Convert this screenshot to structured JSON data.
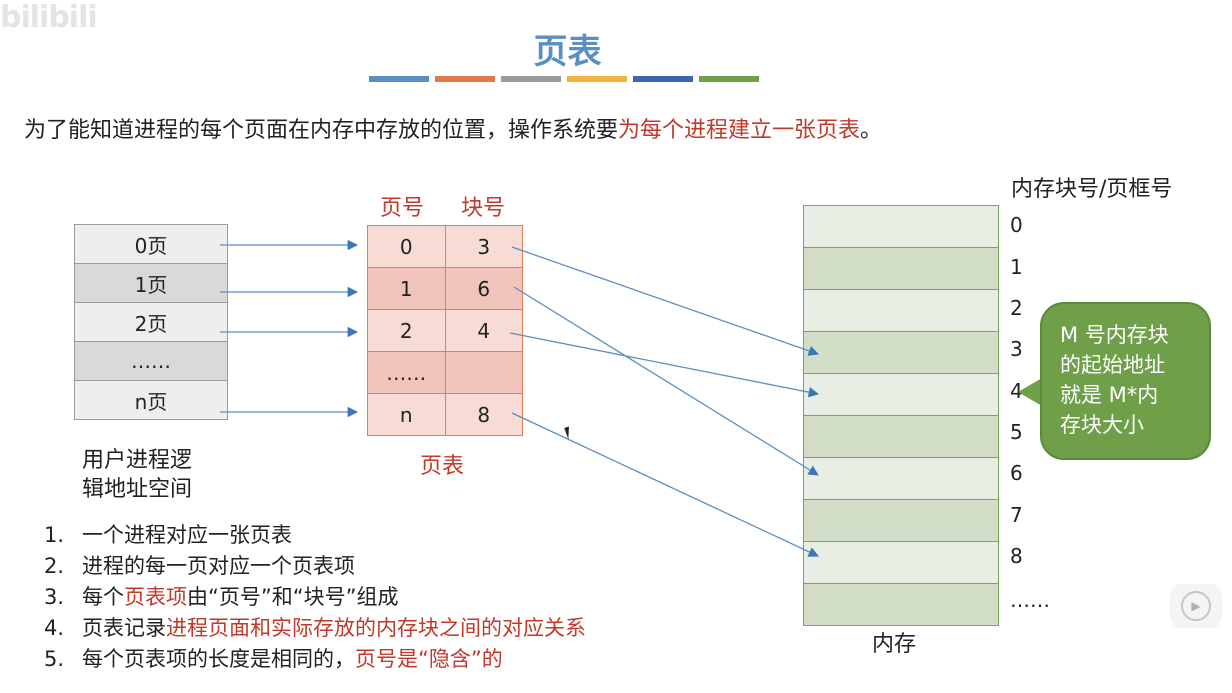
{
  "watermark": "bilibili",
  "title": "页表",
  "title_bar_colors": [
    "#5b8ec1",
    "#e07b49",
    "#9b9b9b",
    "#f2b33d",
    "#3e65b0",
    "#6fa049"
  ],
  "intro": {
    "before": "为了能知道进程的每个页面在内存中存放的位置，操作系统要",
    "highlight": "为每个进程建立一张页表",
    "after": "。"
  },
  "logical_space": {
    "cells": [
      "0页",
      "1页",
      "2页",
      "……",
      "n页"
    ],
    "caption_line1": "用户进程逻",
    "caption_line2": "辑地址空间"
  },
  "page_table": {
    "col_page": "页号",
    "col_block": "块号",
    "rows": [
      {
        "page": "0",
        "block": "3"
      },
      {
        "page": "1",
        "block": "6"
      },
      {
        "page": "2",
        "block": "4"
      },
      {
        "page": "……",
        "block": ""
      },
      {
        "page": "n",
        "block": "8"
      }
    ],
    "caption": "页表"
  },
  "memory": {
    "header": "内存块号/页框号",
    "indices": [
      "0",
      "1",
      "2",
      "3",
      "4",
      "5",
      "6",
      "7",
      "8",
      "……"
    ],
    "caption": "内存"
  },
  "callout": {
    "lines": [
      "M 号内存块",
      "的起始地址",
      "就是 M*内",
      "存块大小"
    ]
  },
  "notes": [
    {
      "num": "1.",
      "parts": [
        {
          "t": "一个进程对应一张页表",
          "red": false
        }
      ]
    },
    {
      "num": "2.",
      "parts": [
        {
          "t": "进程的每一页对应一个页表项",
          "red": false
        }
      ]
    },
    {
      "num": "3.",
      "parts": [
        {
          "t": "每个",
          "red": false
        },
        {
          "t": "页表项",
          "red": true
        },
        {
          "t": "由“页号”和“块号”组成",
          "red": false
        }
      ]
    },
    {
      "num": "4.",
      "parts": [
        {
          "t": "页表记录",
          "red": false
        },
        {
          "t": "进程页面和实际存放的内存块之间的对应关系",
          "red": true
        }
      ]
    },
    {
      "num": "5.",
      "parts": [
        {
          "t": "每个页表项的长度是相同的，",
          "red": false
        },
        {
          "t": "页号是“隐含”的",
          "red": true
        }
      ]
    }
  ]
}
